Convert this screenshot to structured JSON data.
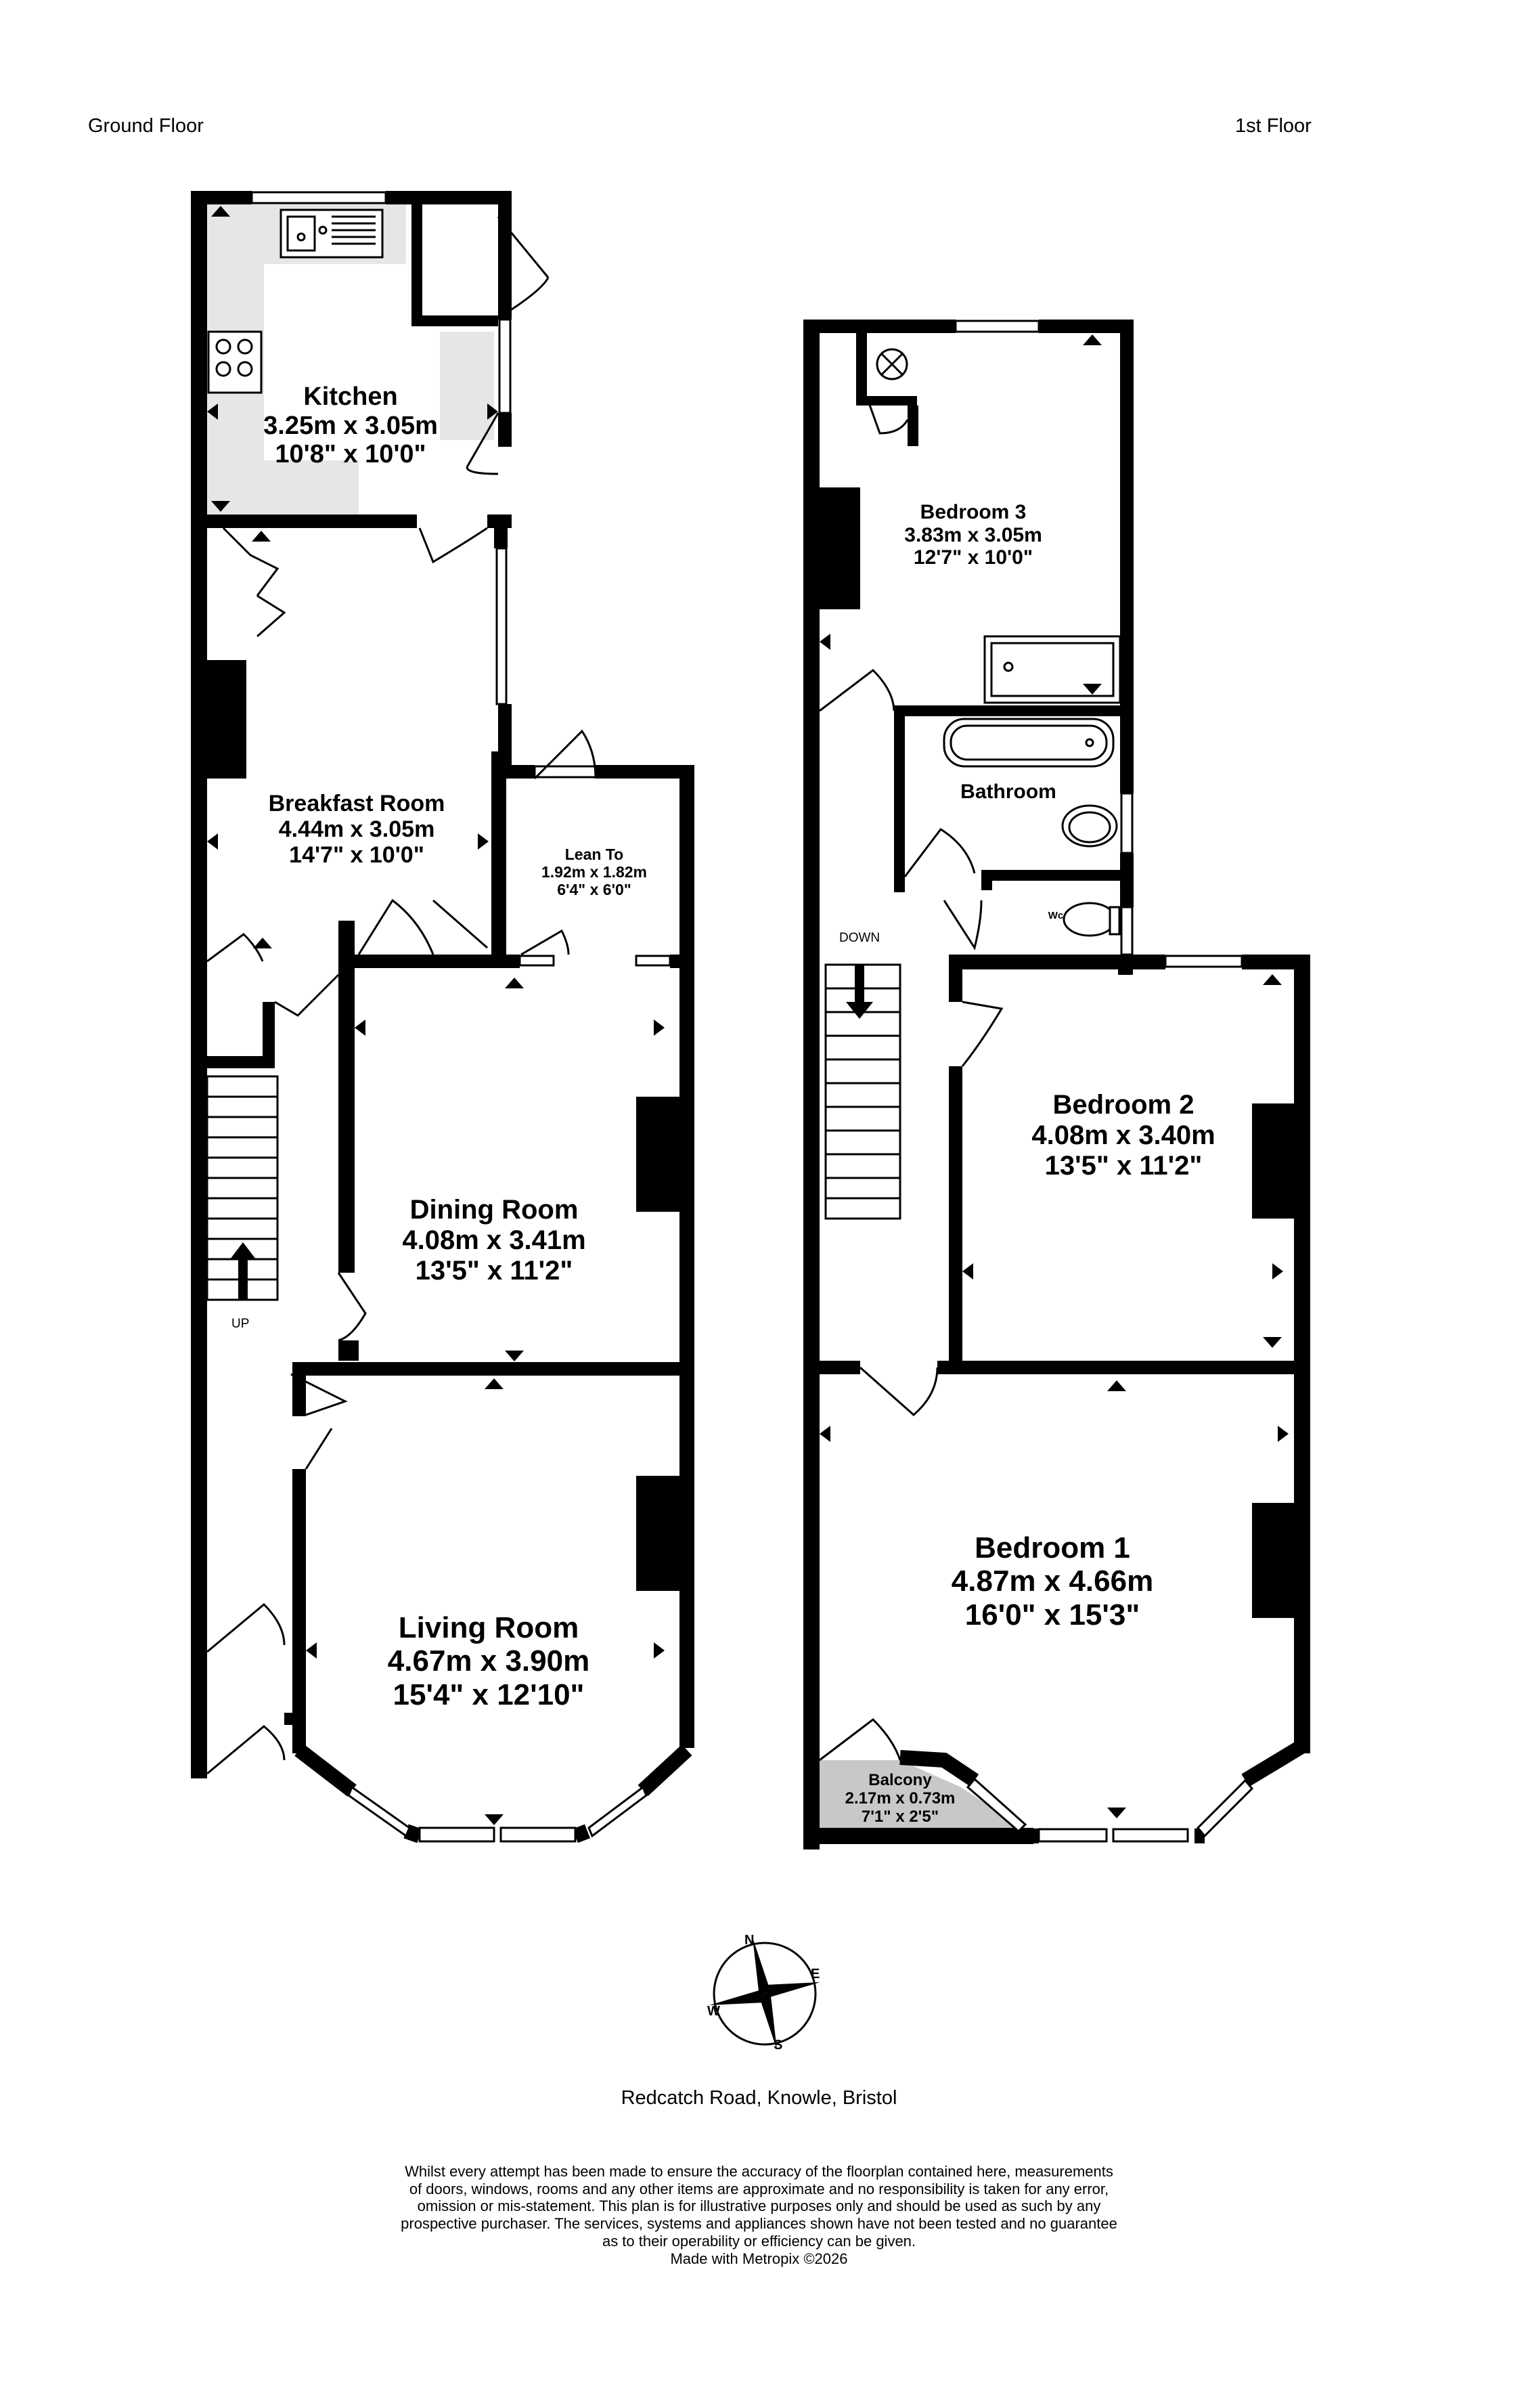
{
  "floors": {
    "ground_title": "Ground Floor",
    "first_title": "1st Floor"
  },
  "rooms": {
    "kitchen": {
      "name": "Kitchen",
      "metric": "3.25m  x 3.05m",
      "imperial": "10'8\"  x 10'0\""
    },
    "breakfast": {
      "name": "Breakfast Room",
      "metric": "4.44m  x 3.05m",
      "imperial": "14'7\"  x 10'0\""
    },
    "lean_to": {
      "name": "Lean To",
      "metric": "1.92m  x 1.82m",
      "imperial": "6'4\"  x 6'0\""
    },
    "dining": {
      "name": "Dining Room",
      "metric": "4.08m  x 3.41m",
      "imperial": "13'5\"  x 11'2\""
    },
    "living": {
      "name": "Living Room",
      "metric": "4.67m  x 3.90m",
      "imperial": "15'4\"  x 12'10\""
    },
    "bedroom3": {
      "name": "Bedroom 3",
      "metric": "3.83m  x 3.05m",
      "imperial": "12'7\"  x 10'0\""
    },
    "bathroom": {
      "name": "Bathroom"
    },
    "wc": {
      "name": "Wc"
    },
    "bedroom2": {
      "name": "Bedroom 2",
      "metric": "4.08m  x 3.40m",
      "imperial": "13'5\"  x 11'2\""
    },
    "bedroom1": {
      "name": "Bedroom 1",
      "metric": "4.87m  x 4.66m",
      "imperial": "16'0\"  x 15'3\""
    },
    "balcony": {
      "name": "Balcony",
      "metric": "2.17m  x 0.73m",
      "imperial": "7'1\"  x 2'5\""
    }
  },
  "stairs": {
    "up_label": "UP",
    "down_label": "DOWN"
  },
  "compass": {
    "n": "N",
    "e": "E",
    "s": "S",
    "w": "W"
  },
  "address": "Redcatch Road, Knowle, Bristol",
  "disclaimer": [
    "Whilst every attempt has been made to ensure the accuracy of the floorplan contained here, measurements",
    "of doors, windows, rooms and any other items are approximate and no responsibility is taken for any error,",
    "omission or mis-statement. This plan is for illustrative purposes only and should be used as such by any",
    "prospective purchaser. The services, systems and appliances shown have not been tested and no guarantee",
    "as to their operability or efficiency can be given.",
    "Made with Metropix ©2026"
  ],
  "colors": {
    "wall": "#000000",
    "floor_tint": "#e6e6e6",
    "balcony_tint": "#c8c8c8"
  }
}
